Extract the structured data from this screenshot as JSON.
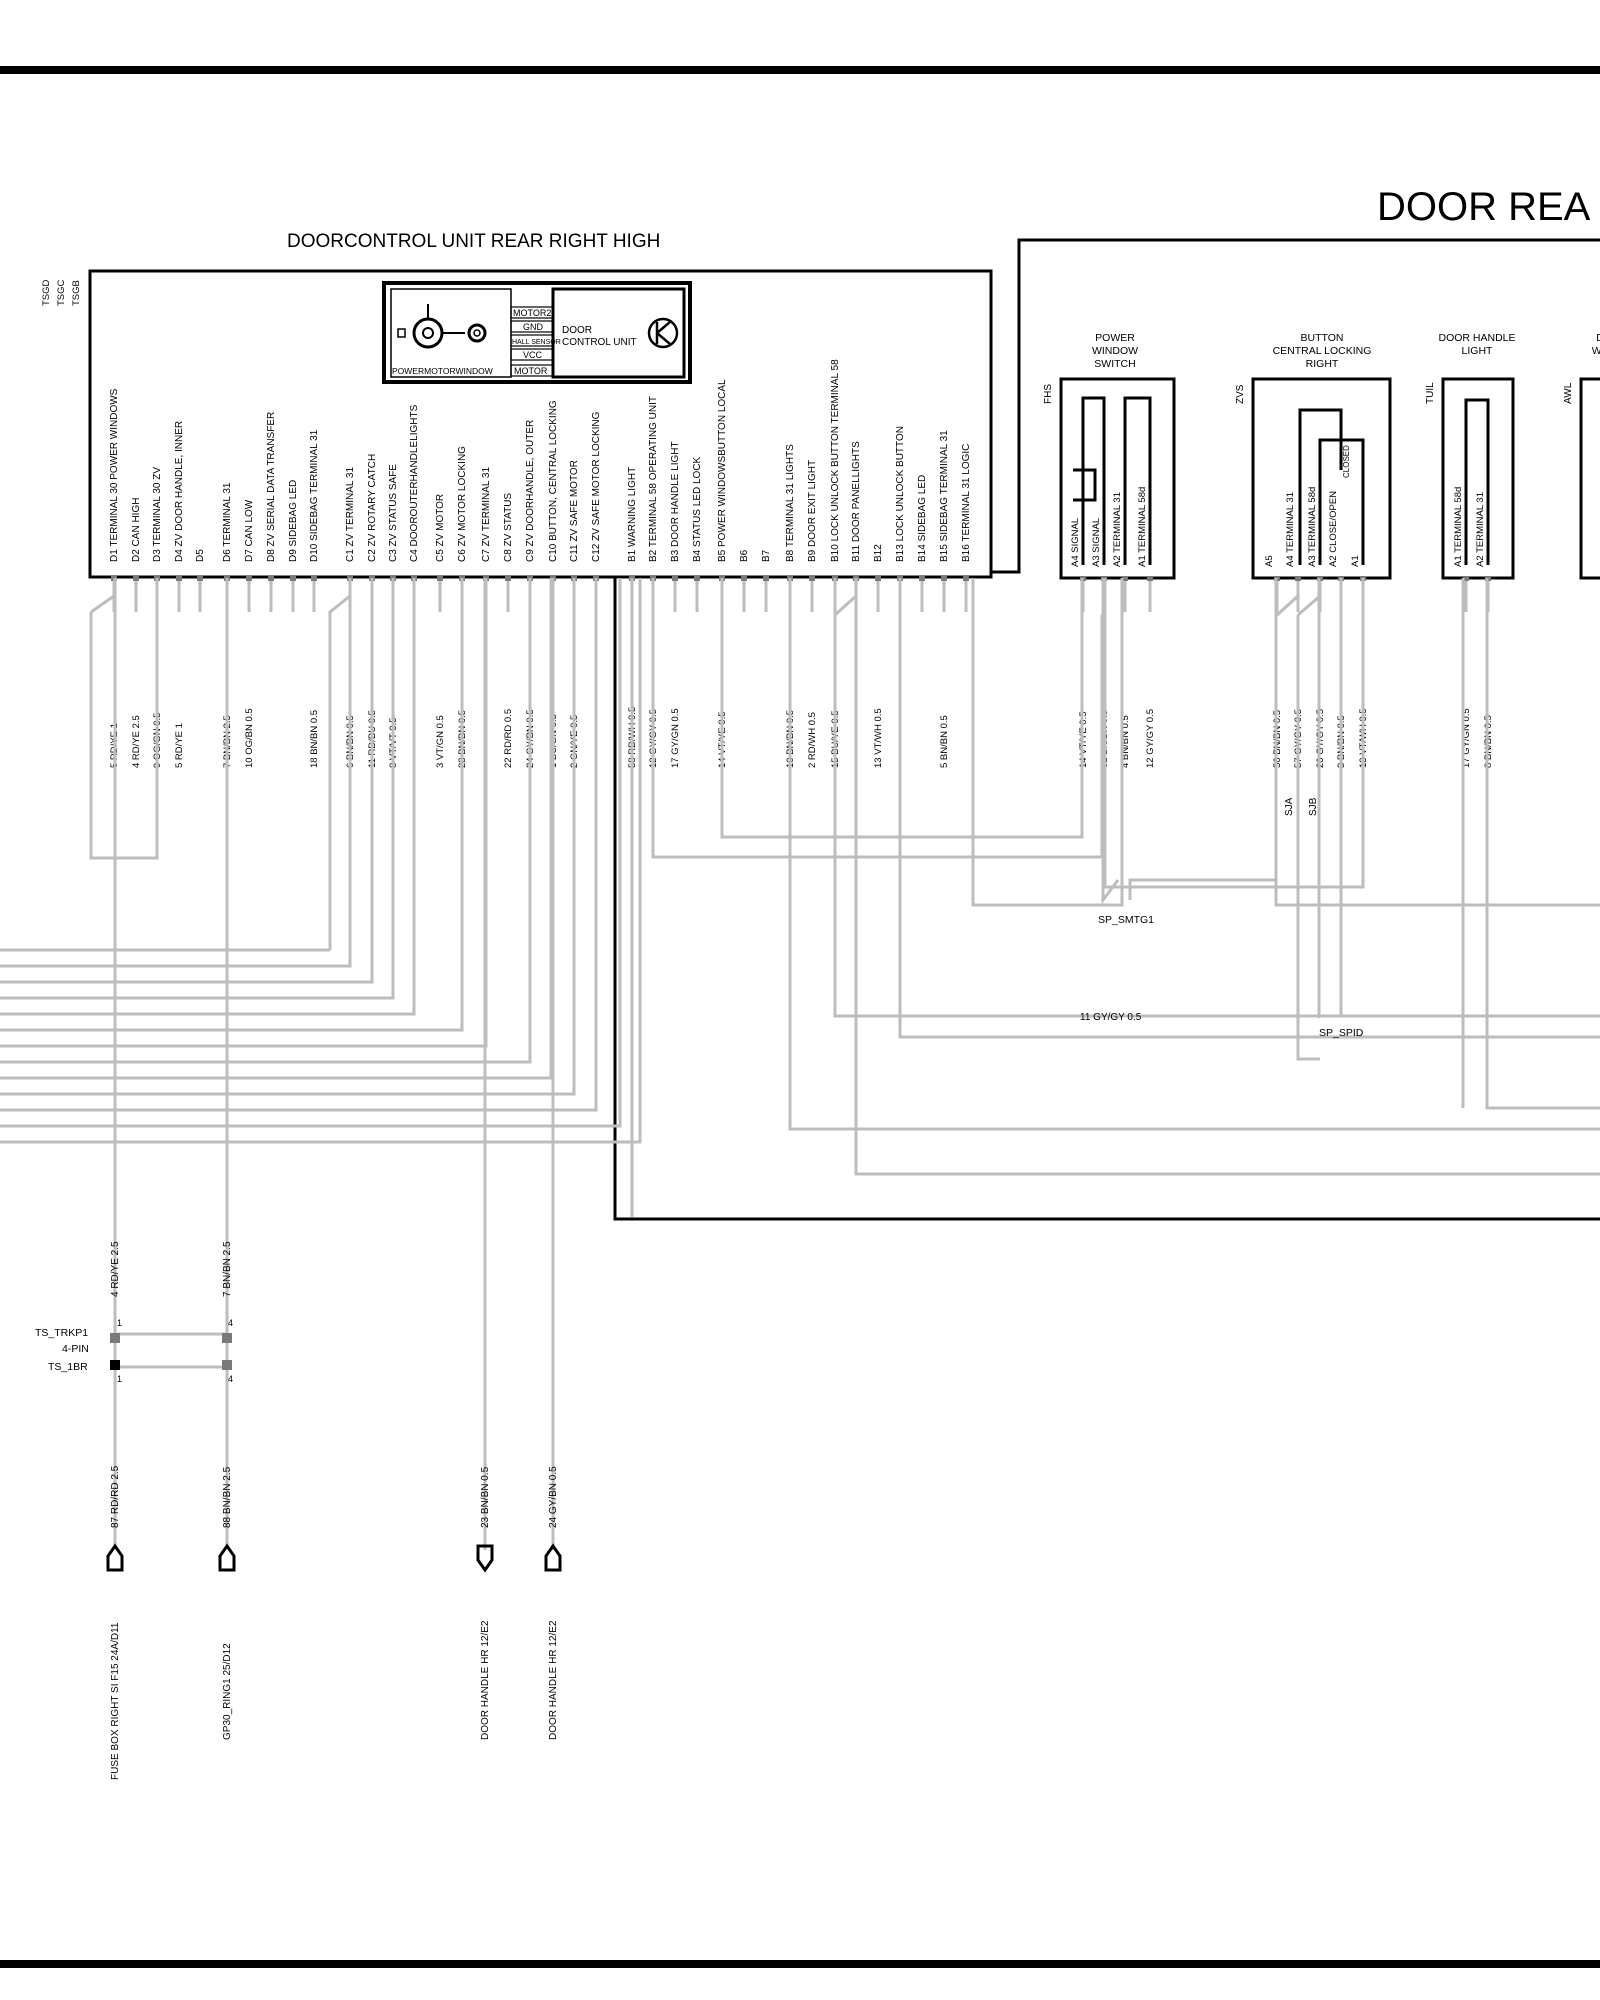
{
  "titles": {
    "main": "DOOR REA",
    "dcu": "DOORCONTROL UNIT REAR RIGHT HIGH"
  },
  "dcu": {
    "side_codes": [
      "TSGD",
      "TSGC",
      "TSGB"
    ],
    "inner": {
      "motor2": "MOTOR2",
      "gnd": "GND",
      "hall": "HALL SENSOR",
      "vcc": "VCC",
      "motor": "MOTOR",
      "pmw": "POWERMOTORWINDOW",
      "dcu1": "DOOR",
      "dcu2": "CONTROL UNIT"
    },
    "pins": [
      {
        "pin": "D1",
        "label": "TERMINAL 30 POWER WINDOWS"
      },
      {
        "pin": "D2",
        "label": "CAN HIGH"
      },
      {
        "pin": "D3",
        "label": "TERMINAL 30 ZV"
      },
      {
        "pin": "D4",
        "label": "ZV DOOR HANDLE, INNER"
      },
      {
        "pin": "D5",
        "label": ""
      },
      {
        "pin": "D6",
        "label": "TERMINAL 31"
      },
      {
        "pin": "D7",
        "label": "CAN LOW"
      },
      {
        "pin": "D8",
        "label": "ZV SERIAL DATA TRANSFER"
      },
      {
        "pin": "D9",
        "label": "SIDEBAG LED"
      },
      {
        "pin": "D10",
        "label": "SIDEBAG TERMINAL 31"
      },
      {
        "pin": "C1",
        "label": "ZV TERMINAL 31"
      },
      {
        "pin": "C2",
        "label": "ZV ROTARY CATCH"
      },
      {
        "pin": "C3",
        "label": "ZV STATUS SAFE"
      },
      {
        "pin": "C4",
        "label": "DOOROUTERHANDLELIGHTS"
      },
      {
        "pin": "C5",
        "label": "ZV MOTOR"
      },
      {
        "pin": "C6",
        "label": "ZV MOTOR LOCKING"
      },
      {
        "pin": "C7",
        "label": "ZV TERMINAL 31"
      },
      {
        "pin": "C8",
        "label": "ZV STATUS"
      },
      {
        "pin": "C9",
        "label": "ZV DOORHANDLE, OUTER"
      },
      {
        "pin": "C10",
        "label": "BUTTON, CENTRAL LOCKING"
      },
      {
        "pin": "C11",
        "label": "ZV SAFE MOTOR"
      },
      {
        "pin": "C12",
        "label": "ZV SAFE MOTOR LOCKING"
      },
      {
        "pin": "B1",
        "label": "WARNING LIGHT"
      },
      {
        "pin": "B2",
        "label": "TERMINAL 58 OPERATING UNIT"
      },
      {
        "pin": "B3",
        "label": "DOOR HANDLE LIGHT"
      },
      {
        "pin": "B4",
        "label": "STATUS LED LOCK"
      },
      {
        "pin": "B5",
        "label": "POWER WINDOWSBUTTON LOCAL"
      },
      {
        "pin": "B6",
        "label": ""
      },
      {
        "pin": "B7",
        "label": ""
      },
      {
        "pin": "B8",
        "label": "TERMINAL 31 LIGHTS"
      },
      {
        "pin": "B9",
        "label": "DOOR EXIT LIGHT"
      },
      {
        "pin": "B10",
        "label": "LOCK UNLOCK BUTTON TERMINAL 58"
      },
      {
        "pin": "B11",
        "label": "DOOR PANELLIGHTS"
      },
      {
        "pin": "B12",
        "label": ""
      },
      {
        "pin": "B13",
        "label": "LOCK UNLOCK BUTTON"
      },
      {
        "pin": "B14",
        "label": "SIDEBAG LED"
      },
      {
        "pin": "B15",
        "label": "SIDEBAG TERMINAL 31"
      },
      {
        "pin": "B16",
        "label": "TERMINAL 31 LOGIC"
      }
    ],
    "wires": [
      "5 RD/YE 1",
      "4 RD/YE 2.5",
      "9 OG/GN 0.5",
      "5 RD/YE 1",
      "",
      "7 BN/BN 2.5",
      "10 OG/BN 0.5",
      "",
      "",
      "18 BN/BN 0.5",
      "6 BN/BN 0.5",
      "11 RD/BU 0.5",
      "8 VT/VT 0.5",
      "",
      "3 VT/GN 0.5",
      "23 BN/BN 0.5",
      "",
      "22 RD/RD 0.5",
      "24 GY/BN 0.5",
      "1 BU/GN 0.5",
      "2 GN/YE 0.5",
      "",
      "58 RD/WH 0.5",
      "12 GY/GY 0.5",
      "17 GY/GN 0.5",
      "",
      "14 VT/YE 0.5",
      "",
      "",
      "10 BN/BN 0.5",
      "2 RD/WH 0.5",
      "15 BU/YE 0.5",
      "",
      "13 VT/WH 0.5",
      "",
      "",
      "5 BN/BN 0.5",
      ""
    ]
  },
  "components": [
    {
      "title": [
        "POWER",
        "WINDOW",
        "SWITCH"
      ],
      "code": "FHS",
      "pins": [
        {
          "pin": "A4",
          "label": "SIGNAL"
        },
        {
          "pin": "A3",
          "label": "SIGNAL"
        },
        {
          "pin": "A2",
          "label": "TERMINAL 31"
        },
        {
          "pin": "A1",
          "label": "TERMINAL 58d"
        }
      ],
      "wires": [
        "14 VT/YE 0.5",
        "32 BN/BN 0.5",
        "4 BN/BN 0.5",
        "12 GY/GY 0.5"
      ]
    },
    {
      "title": [
        "BUTTON",
        "CENTRAL LOCKING",
        "RIGHT"
      ],
      "code": "ZVS",
      "pins": [
        {
          "pin": "A5",
          "label": ""
        },
        {
          "pin": "A4",
          "label": "TERMINAL 31"
        },
        {
          "pin": "A3",
          "label": "TERMINAL 58d"
        },
        {
          "pin": "A2",
          "label": "CLOSE/OPEN"
        },
        {
          "pin": "A1",
          "label": ""
        }
      ],
      "wires": [
        "56 BN/BN 0.5",
        "57 GY/GY 0.5",
        "20 GY/GY 0.5",
        "3 BN/BN 0.5",
        "13 VT/WH 0.5"
      ],
      "closed_label": "CLOSED"
    },
    {
      "title": [
        "DOOR HANDLE",
        "LIGHT"
      ],
      "code": "TUIL",
      "pins": [
        {
          "pin": "A1",
          "label": "TERMINAL 58d"
        },
        {
          "pin": "A2",
          "label": "TERMINAL 31"
        }
      ],
      "wires": [
        "17 GY/GN 0.5",
        "8 BN/BN 0.5"
      ]
    },
    {
      "title": [
        "D",
        "WA"
      ],
      "code": "AWL"
    }
  ],
  "splices": {
    "sp_smtg1": "SP_SMTG1",
    "sp_spid": "SP_SPID",
    "gy_wire": "11 GY/GY 0.5",
    "sja": "SJA",
    "sjb": "SJB"
  },
  "connector": {
    "name1": "TS_TRKP1",
    "name2": "4-PIN",
    "name3": "TS_1BR",
    "pin_left": "1",
    "pin_right": "4",
    "wire_top_left": "4 RD/YE 2.5",
    "wire_top_right": "7 BN/BN 2.5"
  },
  "terminals": [
    {
      "wire": "87 RD/RD 2.5",
      "dest": "FUSE BOX RIGHT SI F15   24A/D11"
    },
    {
      "wire": "88 BN/BN 2.5",
      "dest": "GP30_RING1  25/D12"
    },
    {
      "wire": "23 BN/BN 0.5",
      "dest": "DOOR HANDLE  HR   12/E2"
    },
    {
      "wire": "24 GY/BN 0.5",
      "dest": "DOOR HANDLE  HR   12/E2"
    }
  ]
}
